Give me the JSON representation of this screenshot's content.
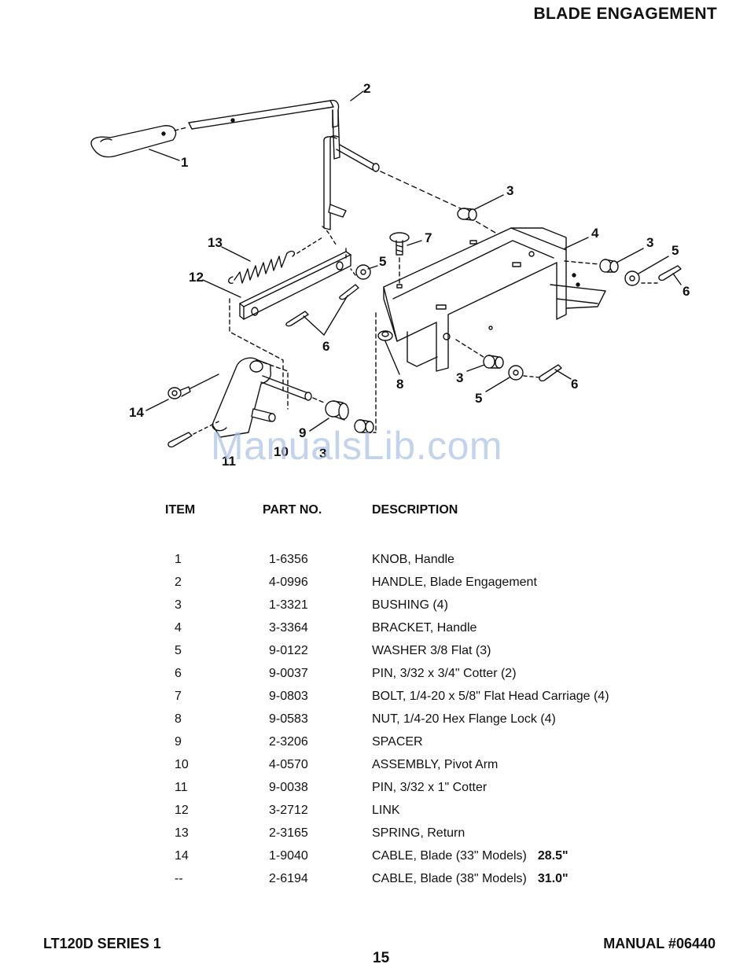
{
  "header": {
    "title": "BLADE ENGAGEMENT"
  },
  "diagram": {
    "callouts": [
      "1",
      "2",
      "3",
      "3",
      "3",
      "4",
      "5",
      "5",
      "5",
      "6",
      "6",
      "6",
      "7",
      "8",
      "9",
      "10",
      "11",
      "12",
      "13",
      "14"
    ]
  },
  "watermark": "ManualsLib.com",
  "table": {
    "headers": {
      "item": "ITEM",
      "part": "PART NO.",
      "description": "DESCRIPTION"
    },
    "rows": [
      {
        "item": "1",
        "part": "1-6356",
        "description": "KNOB, Handle"
      },
      {
        "item": "2",
        "part": "4-0996",
        "description": "HANDLE, Blade Engagement"
      },
      {
        "item": "3",
        "part": "1-3321",
        "description": "BUSHING (4)"
      },
      {
        "item": "4",
        "part": "3-3364",
        "description": "BRACKET, Handle"
      },
      {
        "item": "5",
        "part": "9-0122",
        "description": "WASHER 3/8 Flat (3)"
      },
      {
        "item": "6",
        "part": "9-0037",
        "description": "PIN, 3/32 x 3/4\" Cotter (2)"
      },
      {
        "item": "7",
        "part": "9-0803",
        "description": "BOLT, 1/4-20 x 5/8\" Flat Head Carriage (4)"
      },
      {
        "item": "8",
        "part": "9-0583",
        "description": "NUT, 1/4-20 Hex Flange Lock (4)"
      },
      {
        "item": "9",
        "part": "2-3206",
        "description": "SPACER"
      },
      {
        "item": "10",
        "part": "4-0570",
        "description": "ASSEMBLY, Pivot Arm"
      },
      {
        "item": "11",
        "part": "9-0038",
        "description": "PIN, 3/32 x 1\" Cotter"
      },
      {
        "item": "12",
        "part": "3-2712",
        "description": "LINK"
      },
      {
        "item": "13",
        "part": "2-3165",
        "description": "SPRING, Return"
      },
      {
        "item": "14",
        "part": "1-9040",
        "description": "CABLE, Blade (33\" Models)",
        "length": "28.5\""
      },
      {
        "item": "--",
        "part": "2-6194",
        "description": "CABLE, Blade (38\" Models)",
        "length": "31.0\""
      }
    ]
  },
  "footer": {
    "model": "LT120D SERIES 1",
    "page": "15",
    "manual": "MANUAL #06440"
  }
}
